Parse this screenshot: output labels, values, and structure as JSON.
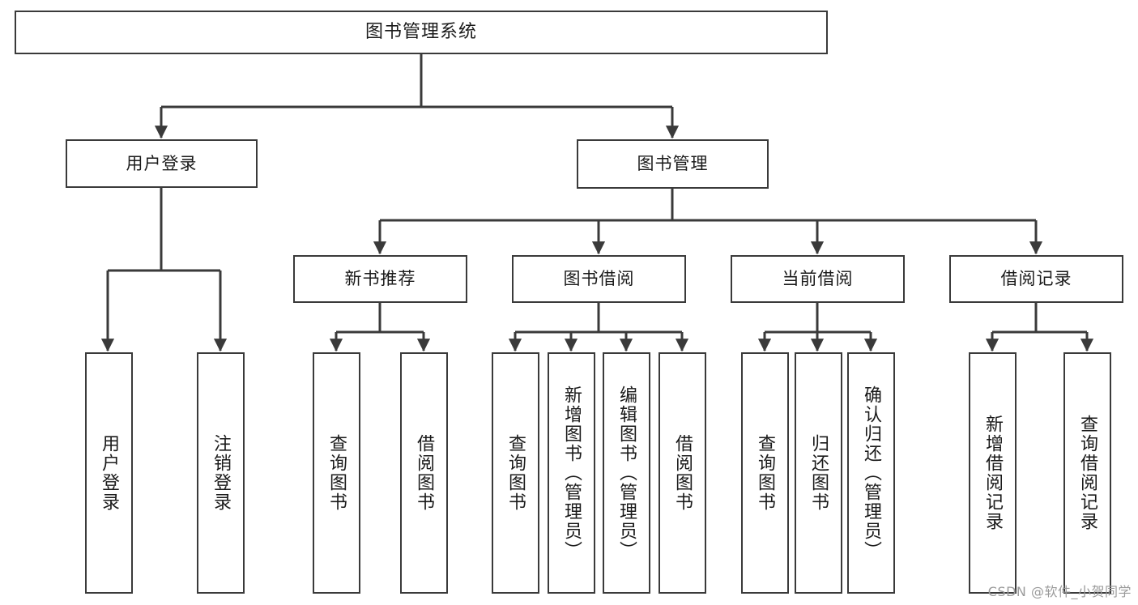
{
  "diagram": {
    "title": "图书管理系统",
    "type": "hierarchy-tree",
    "watermark": "CSDN @软件_小贺同学",
    "colors": {
      "background": "#ffffff",
      "box_border": "#3a3a3a",
      "box_fill": "#ffffff",
      "connector": "#3a3a3a",
      "text": "#1a1a1a",
      "watermark": "#9a9a9a"
    },
    "nodes": {
      "root": {
        "label": "图书管理系统"
      },
      "level1": [
        {
          "label": "用户登录"
        },
        {
          "label": "图书管理"
        }
      ],
      "level2": [
        {
          "label": "新书推荐"
        },
        {
          "label": "图书借阅"
        },
        {
          "label": "当前借阅"
        },
        {
          "label": "借阅记录"
        }
      ],
      "leaves": {
        "user_login": [
          {
            "label": "用户登录"
          },
          {
            "label": "注销登录"
          }
        ],
        "new_book_recommend": [
          {
            "label": "查询图书"
          },
          {
            "label": "借阅图书"
          }
        ],
        "book_borrow": [
          {
            "label": "查询图书"
          },
          {
            "label": "新增图书（管理员）"
          },
          {
            "label": "编辑图书（管理员）"
          },
          {
            "label": "借阅图书"
          }
        ],
        "current_borrow": [
          {
            "label": "查询图书"
          },
          {
            "label": "归还图书"
          },
          {
            "label": "确认归还（管理员）"
          }
        ],
        "borrow_record": [
          {
            "label": "新增借阅记录"
          },
          {
            "label": "查询借阅记录"
          }
        ]
      }
    }
  }
}
